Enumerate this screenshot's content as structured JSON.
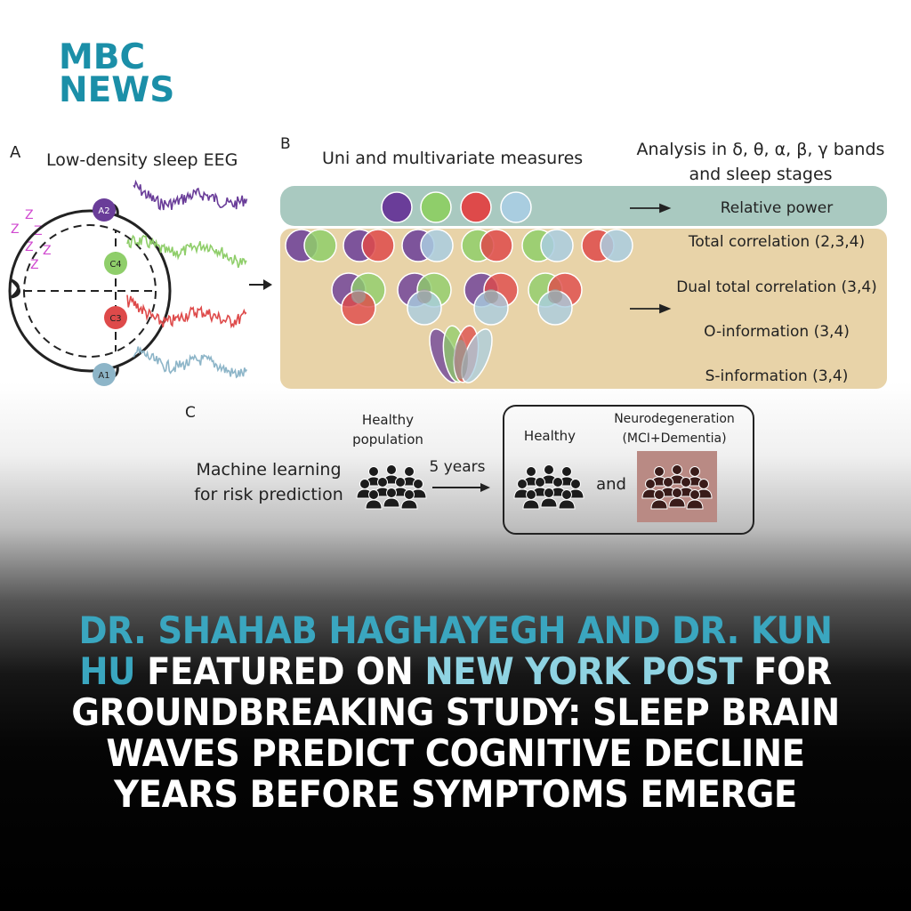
{
  "logo": {
    "line1": "MBC",
    "line2": "NEWS",
    "color": "#1b8fa8"
  },
  "figure": {
    "panel_a": {
      "letter": "A",
      "title": "Low-density sleep EEG",
      "sleep_icon_text": "Z",
      "electrodes": [
        {
          "label": "A2",
          "color": "#6a3d99"
        },
        {
          "label": "C4",
          "color": "#8fce6a"
        },
        {
          "label": "C3",
          "color": "#de4a4a"
        },
        {
          "label": "A1",
          "color": "#8db5c8"
        }
      ]
    },
    "panel_b": {
      "letter": "B",
      "title": "Uni and multivariate measures",
      "analysis_line1": "Analysis in δ, θ, α, β, γ bands",
      "analysis_line2": "and sleep stages",
      "measures": [
        "Relative power",
        "Total correlation (2,3,4)",
        "Dual total correlation (3,4)",
        "O-information (3,4)",
        "S-information (3,4)"
      ],
      "colors": {
        "purple": "#6a3d99",
        "green": "#8fce6a",
        "red": "#de4a4a",
        "blue": "#a9cde0",
        "power_band": "#a9c9c0",
        "measures_band": "#e8d3a8"
      }
    },
    "panel_c": {
      "letter": "C",
      "left_line1": "Machine learning",
      "left_line2": "for risk prediction",
      "healthy_pop_line1": "Healthy",
      "healthy_pop_line2": "population",
      "years": "5 years",
      "healthy": "Healthy",
      "and": "and",
      "neuro_line1": "Neurodegeneration",
      "neuro_line2": "(MCI+Dementia)",
      "neuro_box_color": "#b98a84"
    }
  },
  "headline": {
    "part1": "DR. SHAHAB HAGHAYEGH AND DR. KUN HU",
    "part2": " FEATURED ON ",
    "part3": "NEW YORK POST",
    "part4": " FOR GROUNDBREAKING STUDY: SLEEP BRAIN WAVES PREDICT COGNITIVE DECLINE YEARS BEFORE SYMPTOMS EMERGE"
  }
}
